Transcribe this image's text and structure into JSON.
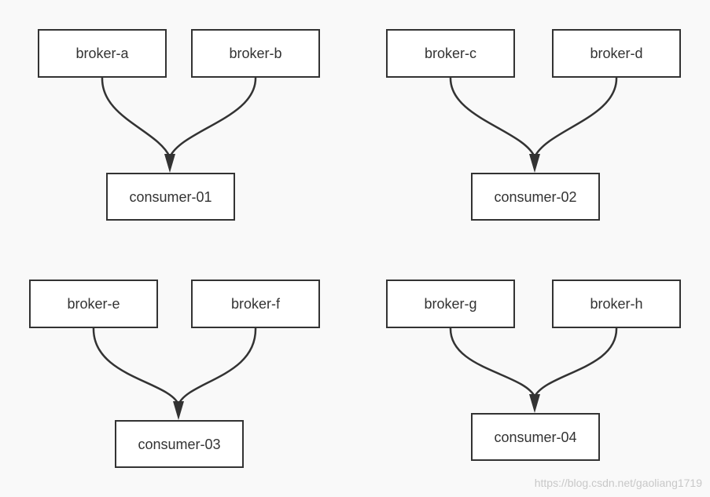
{
  "nodes": {
    "broker_a": "broker-a",
    "broker_b": "broker-b",
    "broker_c": "broker-c",
    "broker_d": "broker-d",
    "broker_e": "broker-e",
    "broker_f": "broker-f",
    "broker_g": "broker-g",
    "broker_h": "broker-h",
    "consumer_01": "consumer-01",
    "consumer_02": "consumer-02",
    "consumer_03": "consumer-03",
    "consumer_04": "consumer-04"
  },
  "edges": [
    {
      "from": "broker-a",
      "to": "consumer-01"
    },
    {
      "from": "broker-b",
      "to": "consumer-01"
    },
    {
      "from": "broker-c",
      "to": "consumer-02"
    },
    {
      "from": "broker-d",
      "to": "consumer-02"
    },
    {
      "from": "broker-e",
      "to": "consumer-03"
    },
    {
      "from": "broker-f",
      "to": "consumer-03"
    },
    {
      "from": "broker-g",
      "to": "consumer-04"
    },
    {
      "from": "broker-h",
      "to": "consumer-04"
    }
  ],
  "watermark": "https://blog.csdn.net/gaoliang1719"
}
